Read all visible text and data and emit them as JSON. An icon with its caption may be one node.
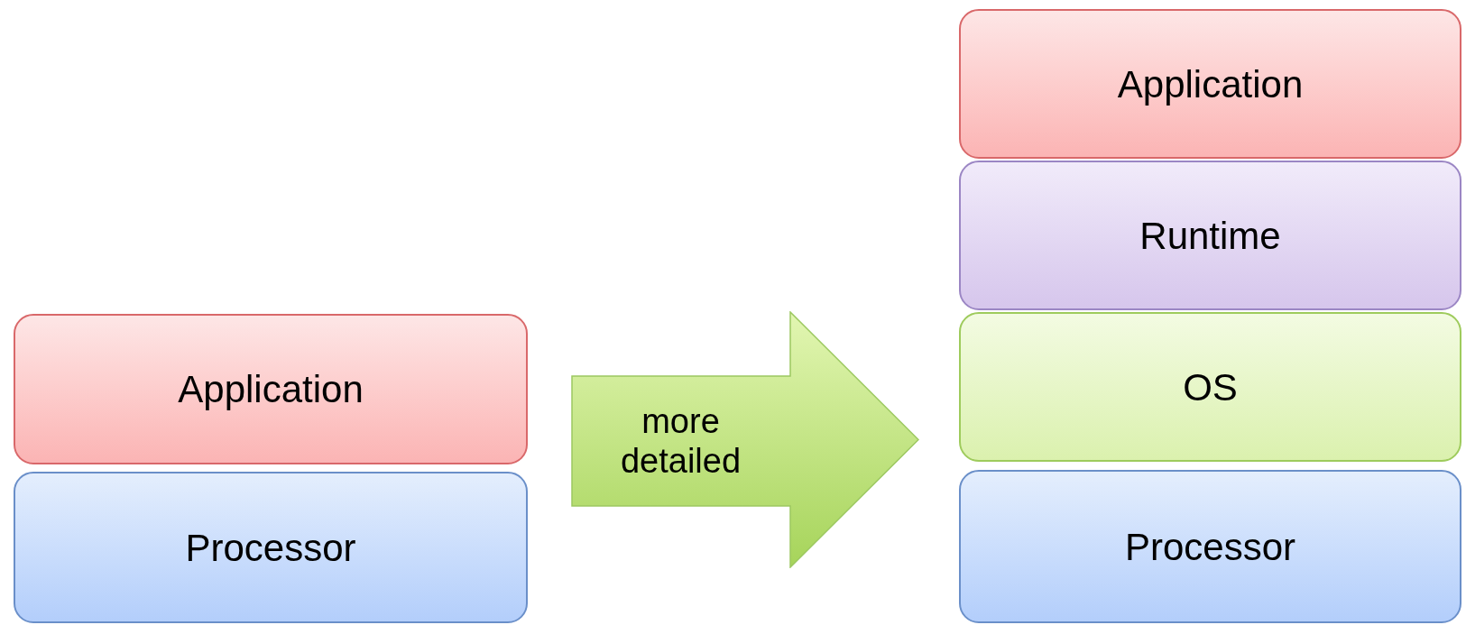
{
  "diagram": {
    "nodes": [
      {
        "text": [
          "Application"
        ]
      },
      {
        "text": [
          "Processor"
        ]
      },
      {
        "text": [
          "more detailed"
        ]
      },
      {
        "text": [
          "Application"
        ]
      },
      {
        "text": [
          "Runtime"
        ]
      },
      {
        "text": [
          "OS"
        ]
      },
      {
        "text": [
          "Processor"
        ]
      }
    ]
  }
}
